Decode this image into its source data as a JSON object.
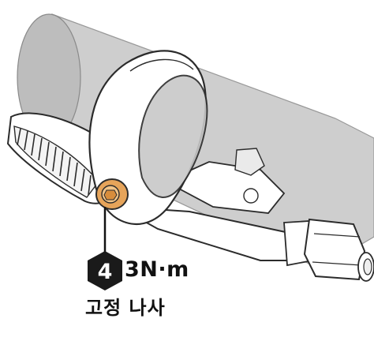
{
  "callout": {
    "step_number": "4",
    "torque": "3N·m",
    "part_name": "고정 나사"
  },
  "colors": {
    "handlebar_tube": "#c8c8c8",
    "clamp_body": "#ffffff",
    "outline": "#2b2b2b",
    "screw": "#e6a45a",
    "badge": "#1a1a1a",
    "badge_text": "#ffffff"
  }
}
